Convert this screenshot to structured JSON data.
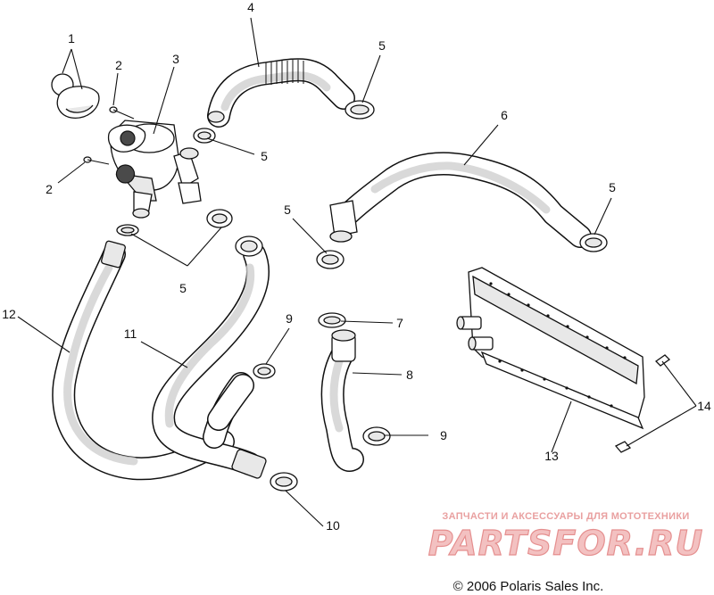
{
  "callouts": [
    {
      "id": "c1",
      "text": "1"
    },
    {
      "id": "c2a",
      "text": "2"
    },
    {
      "id": "c2b",
      "text": "2"
    },
    {
      "id": "c3",
      "text": "3"
    },
    {
      "id": "c4",
      "text": "4"
    },
    {
      "id": "c5a",
      "text": "5"
    },
    {
      "id": "c5b",
      "text": "5"
    },
    {
      "id": "c5c",
      "text": "5"
    },
    {
      "id": "c5d",
      "text": "5"
    },
    {
      "id": "c5e",
      "text": "5"
    },
    {
      "id": "c6",
      "text": "6"
    },
    {
      "id": "c7",
      "text": "7"
    },
    {
      "id": "c8",
      "text": "8"
    },
    {
      "id": "c9a",
      "text": "9"
    },
    {
      "id": "c9b",
      "text": "9"
    },
    {
      "id": "c10",
      "text": "10"
    },
    {
      "id": "c11",
      "text": "11"
    },
    {
      "id": "c12",
      "text": "12"
    },
    {
      "id": "c13",
      "text": "13"
    },
    {
      "id": "c14",
      "text": "14"
    }
  ],
  "copyright": "© 2006 Polaris Sales Inc.",
  "watermark": {
    "tagline": "ЗАПЧАСТИ И АКСЕССУАРЫ ДЛЯ МОТОТЕХНИКИ",
    "logo": "PARTSFOR.RU"
  },
  "colors": {
    "line": "#111111",
    "watermark": "#e58f8f",
    "background": "#ffffff"
  }
}
